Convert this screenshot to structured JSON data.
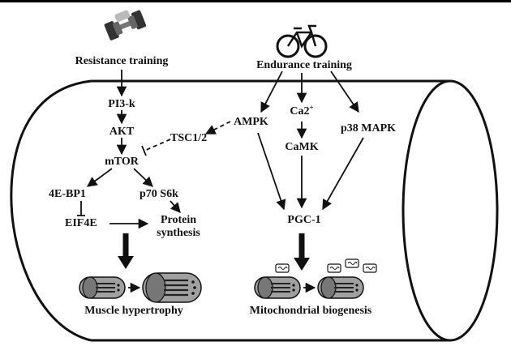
{
  "inputs": {
    "resistance": "Resistance training",
    "endurance": "Endurance training"
  },
  "nodes": {
    "pi3k": "PI3-k",
    "akt": "AKT",
    "mtor": "mTOR",
    "tsc": "TSC1/2",
    "ampk": "AMPK",
    "ca2": "Ca2",
    "ca2_charge": "+",
    "camk": "CaMK",
    "p38": "p38 MAPK",
    "bp1": "4E-BP1",
    "s6k": "p70 S6k",
    "eif4e": "EIF4E",
    "protein_line1": "Protein",
    "protein_line2": "synthesis",
    "pgc1": "PGC-1"
  },
  "outcomes": {
    "hypertrophy": "Muscle hypertrophy",
    "biogenesis": "Mitochondrial biogenesis"
  },
  "icons": {
    "resistance": "dumbbell-icon",
    "endurance": "bicycle-icon"
  },
  "colors": {
    "ink": "#111111",
    "fiber_fill": "#9a9a9a",
    "fiber_dark": "#555555"
  }
}
